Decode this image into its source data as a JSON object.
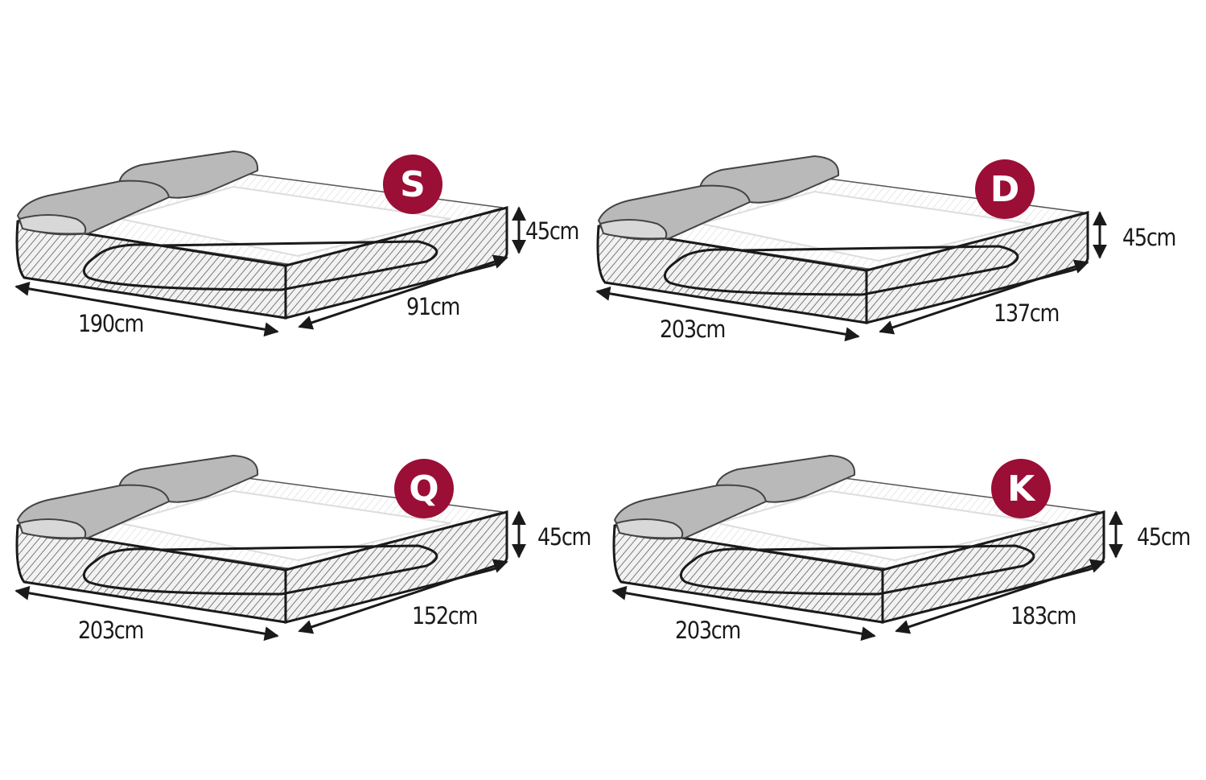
{
  "diagram": {
    "badge_color": "#9b0e36",
    "line_color": "#1a1a1a",
    "pillow_color": "#b9b9b9",
    "panels": [
      {
        "badge": "S",
        "length": "190cm",
        "width": "91cm",
        "height": "45cm"
      },
      {
        "badge": "D",
        "length": "203cm",
        "width": "137cm",
        "height": "45cm"
      },
      {
        "badge": "Q",
        "length": "203cm",
        "width": "152cm",
        "height": "45cm"
      },
      {
        "badge": "K",
        "length": "203cm",
        "width": "183cm",
        "height": "45cm"
      }
    ]
  }
}
